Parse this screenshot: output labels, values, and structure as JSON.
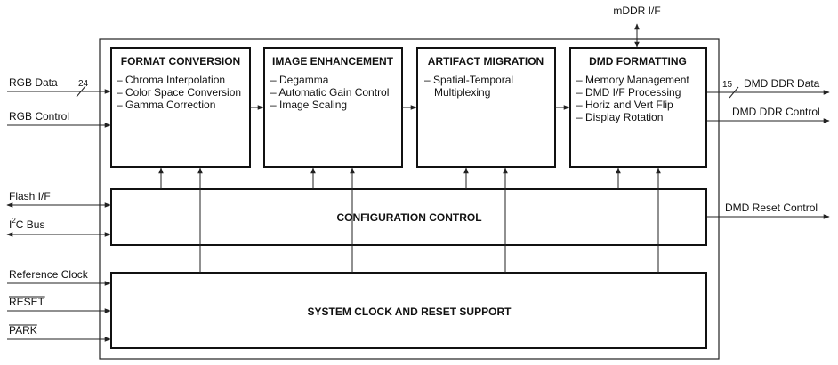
{
  "blocks": {
    "format_conversion": {
      "title": "FORMAT CONVERSION",
      "items": [
        "– Chroma Interpolation",
        "– Color Space Conversion",
        "– Gamma Correction"
      ]
    },
    "image_enhancement": {
      "title": "IMAGE ENHANCEMENT",
      "items": [
        "– Degamma",
        "– Automatic Gain Control",
        "– Image Scaling"
      ]
    },
    "artifact_migration": {
      "title": "ARTIFACT MIGRATION",
      "items": [
        "– Spatial-Temporal",
        "Multiplexing"
      ]
    },
    "dmd_formatting": {
      "title": "DMD FORMATTING",
      "items": [
        "– Memory Management",
        "– DMD I/F Processing",
        "– Horiz and Vert Flip",
        "– Display Rotation"
      ]
    },
    "configuration_control": {
      "title": "CONFIGURATION CONTROL"
    },
    "system_clock": {
      "title": "SYSTEM CLOCK AND RESET SUPPORT"
    }
  },
  "inputs": {
    "rgb_data": "RGB Data",
    "rgb_data_width": "24",
    "rgb_control": "RGB Control",
    "flash_if": "Flash I/F",
    "i2c_prefix": "I",
    "i2c_super": "2",
    "i2c_suffix": "C Bus",
    "reference_clock": "Reference Clock",
    "reset": "RESET",
    "park": "PARK"
  },
  "outputs": {
    "mddr_if": "mDDR I/F",
    "dmd_ddr_data": "DMD DDR Data",
    "dmd_ddr_data_width": "15",
    "dmd_ddr_control": "DMD DDR Control",
    "dmd_reset_control": "DMD Reset Control"
  }
}
